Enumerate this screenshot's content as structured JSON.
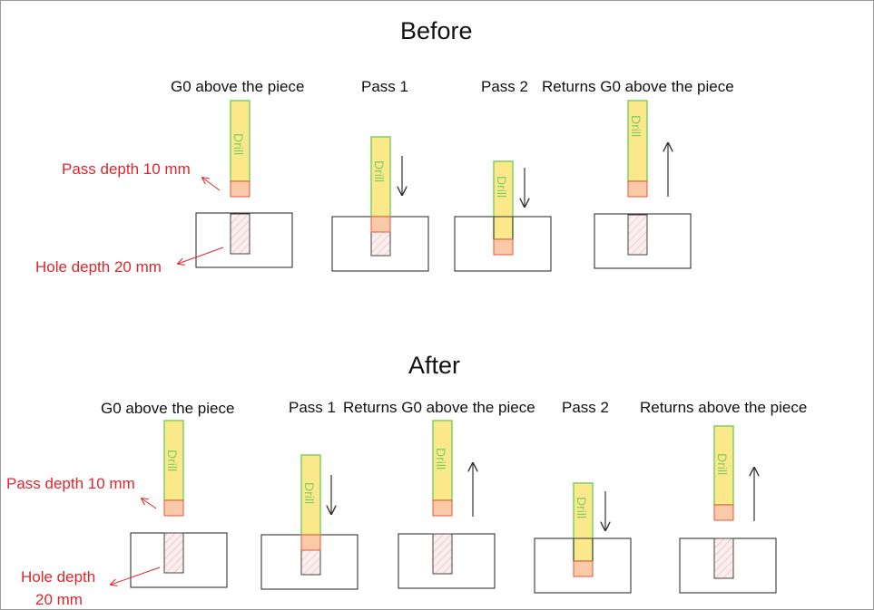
{
  "before": {
    "heading": "Before",
    "steps": [
      {
        "label": "G0 above the piece"
      },
      {
        "label": "Pass 1"
      },
      {
        "label": "Pass 2"
      },
      {
        "label": "Returns G0 above the piece"
      }
    ],
    "annotations": {
      "pass_depth": "Pass depth 10 mm",
      "hole_depth": "Hole depth 20 mm"
    }
  },
  "after": {
    "heading": "After",
    "steps": [
      {
        "label": "G0 above the piece"
      },
      {
        "label": "Pass 1"
      },
      {
        "label": "Returns G0 above the piece"
      },
      {
        "label": "Pass 2"
      },
      {
        "label": "Returns above the piece"
      }
    ],
    "annotations": {
      "pass_depth": "Pass depth 10 mm",
      "hole_depth_line1": "Hole depth",
      "hole_depth_line2": "20 mm"
    }
  },
  "tool_label": "Drill",
  "colors": {
    "drill_fill": "#fbe88b",
    "drill_stroke": "#7fcf63",
    "tip_fill": "#f9c9a8",
    "tip_stroke": "#e05a3a",
    "hole_stroke": "#333333",
    "annotation": "#e0262a",
    "workpiece_stroke": "#222222"
  }
}
